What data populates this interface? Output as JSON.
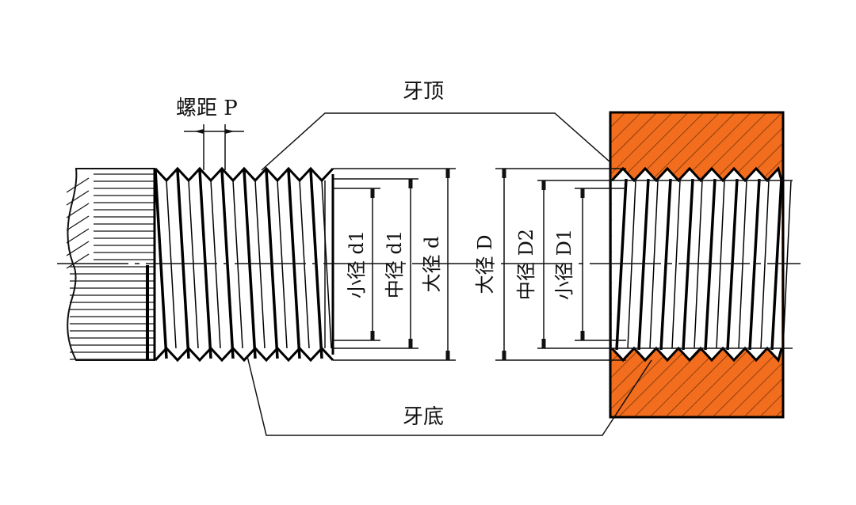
{
  "labels": {
    "pitch": "螺距 P",
    "crest": "牙顶",
    "root": "牙底",
    "bolt_minor": "小径 d1",
    "bolt_pitch": "中径 d1",
    "bolt_major": "大径 d",
    "nut_major": "大径 D",
    "nut_pitch": "中径 D2",
    "nut_minor": "小径 D1"
  },
  "colors": {
    "nut_fill": "#f26d1d",
    "line": "#111111"
  }
}
